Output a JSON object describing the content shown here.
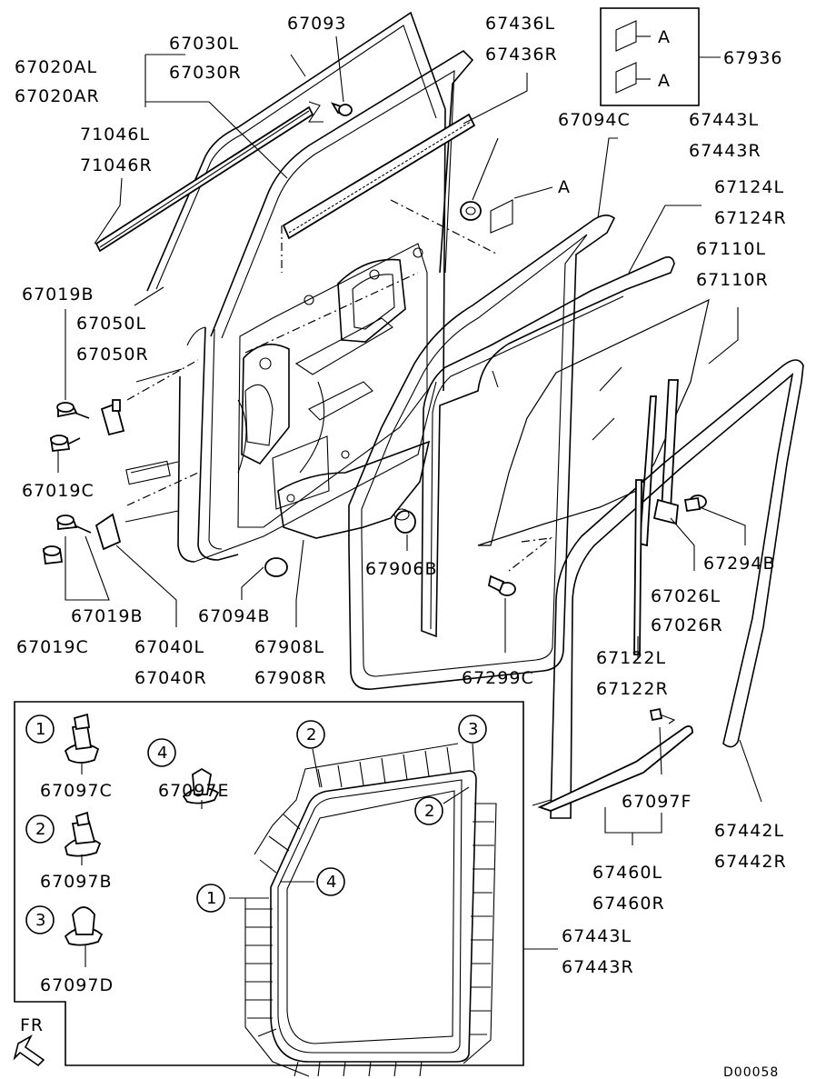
{
  "labels": {
    "p67093": "67093",
    "p67030L": "67030L",
    "p67030R": "67030R",
    "p67020AL": "67020AL",
    "p67020AR": "67020AR",
    "p67436L": "67436L",
    "p67436R": "67436R",
    "p67936": "67936",
    "legend_a1": "A",
    "legend_a2": "A",
    "p71046L": "71046L",
    "p71046R": "71046R",
    "p67094C": "67094C",
    "a_marker": "A",
    "p67443L_top": "67443L",
    "p67443R_top": "67443R",
    "p67124L": "67124L",
    "p67124R": "67124R",
    "p67110L": "67110L",
    "p67110R": "67110R",
    "p67019B_top": "67019B",
    "p67050L": "67050L",
    "p67050R": "67050R",
    "p67019C_mid": "67019C",
    "p67906B": "67906B",
    "p67294B": "67294B",
    "p67026L": "67026L",
    "p67026R": "67026R",
    "p67094B": "67094B",
    "p67019B_bot": "67019B",
    "p67019C_bot": "67019C",
    "p67040L": "67040L",
    "p67040R": "67040R",
    "p67908L": "67908L",
    "p67908R": "67908R",
    "p67299C": "67299C",
    "p67122L": "67122L",
    "p67122R": "67122R",
    "p67097C": "67097C",
    "p67097E": "67097E",
    "p67097B": "67097B",
    "p67097D": "67097D",
    "p67097F": "67097F",
    "p67442L": "67442L",
    "p67442R": "67442R",
    "p67460L": "67460L",
    "p67460R": "67460R",
    "p67443L_bot": "67443L",
    "p67443R_bot": "67443R",
    "fr": "FR",
    "drawing_code": "D00058"
  },
  "callouts": {
    "c1_legend": "1",
    "c2_legend": "2",
    "c3_legend": "3",
    "c4_legend": "4",
    "c1_diag": "1",
    "c2_diag_top": "2",
    "c2_diag_in": "2",
    "c3_diag": "3",
    "c4_diag": "4"
  }
}
